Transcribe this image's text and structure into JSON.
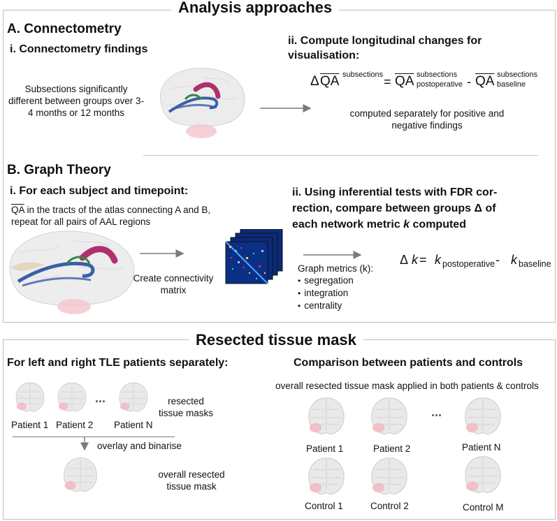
{
  "analysis": {
    "title": "Analysis approaches",
    "connectometry": {
      "heading": "A. Connectometry",
      "findings_heading": "i. Connectometry findings",
      "findings_text": "Subsections significantly different between groups over 3-4 months or 12 months",
      "compute_heading_line1": "ii. Compute longitudinal changes for",
      "compute_heading_line2": "visualisation:",
      "eq": {
        "delta": "Δ",
        "qa": "QA",
        "sup": "subsections",
        "post_sup": "subsections",
        "post_sub": "postoperative",
        "base_sup": "subsections",
        "base_sub": "baseline",
        "eq": "=",
        "minus": "-"
      },
      "computed_note": "computed separately for positive and negative findings"
    },
    "graph_theory": {
      "heading": "B. Graph Theory",
      "subject_heading": "i. For each subject and timepoint:",
      "qa_label": "QA",
      "subject_text_1": " in the tracts of the atlas connecting A and B,",
      "subject_text_2": "repeat for all pairs of AAL regions",
      "inferential_line1": "ii. Using inferential tests with FDR cor-",
      "inferential_line2": "rection, compare between groups Δ of",
      "inferential_line3_a": "each network metric ",
      "inferential_line3_k": "k",
      "inferential_line3_b": " computed",
      "create_matrix": "Create connectivity matrix",
      "metrics_title": "Graph metrics (k):",
      "metrics": [
        "segregation",
        "integration",
        "centrality"
      ],
      "eq": {
        "delta": "Δ",
        "k": "k",
        "eq": "= ",
        "post_sub": "postoperative",
        "minus": " - ",
        "base_sub": "baseline"
      }
    }
  },
  "resected": {
    "title": "Resected tissue mask",
    "left_heading": "For left and right TLE patients separately:",
    "right_heading": "Comparison between patients and controls",
    "patients_left": [
      "Patient 1",
      "Patient 2",
      "Patient N"
    ],
    "ellipsis": "...",
    "masks_label": "resected tissue masks",
    "overlay_label": "overlay and binarise",
    "overall_label": "overall resected tissue mask",
    "applied_note": "overall resected tissue mask applied in both patients & controls",
    "patients_right": [
      "Patient 1",
      "Patient 2",
      "Patient N"
    ],
    "controls_right": [
      "Control 1",
      "Control 2",
      "Control M"
    ]
  },
  "colors": {
    "frame": "#bdbdbd",
    "divider": "#c8c8c8",
    "arrow": "#7a7a7a",
    "tract_blue": "#3a5fa8",
    "tract_magenta": "#b0306e",
    "tract_green": "#2f8a3c",
    "mask_pink": "#f2b8c2",
    "brain_gray": "#e6e6e6"
  }
}
